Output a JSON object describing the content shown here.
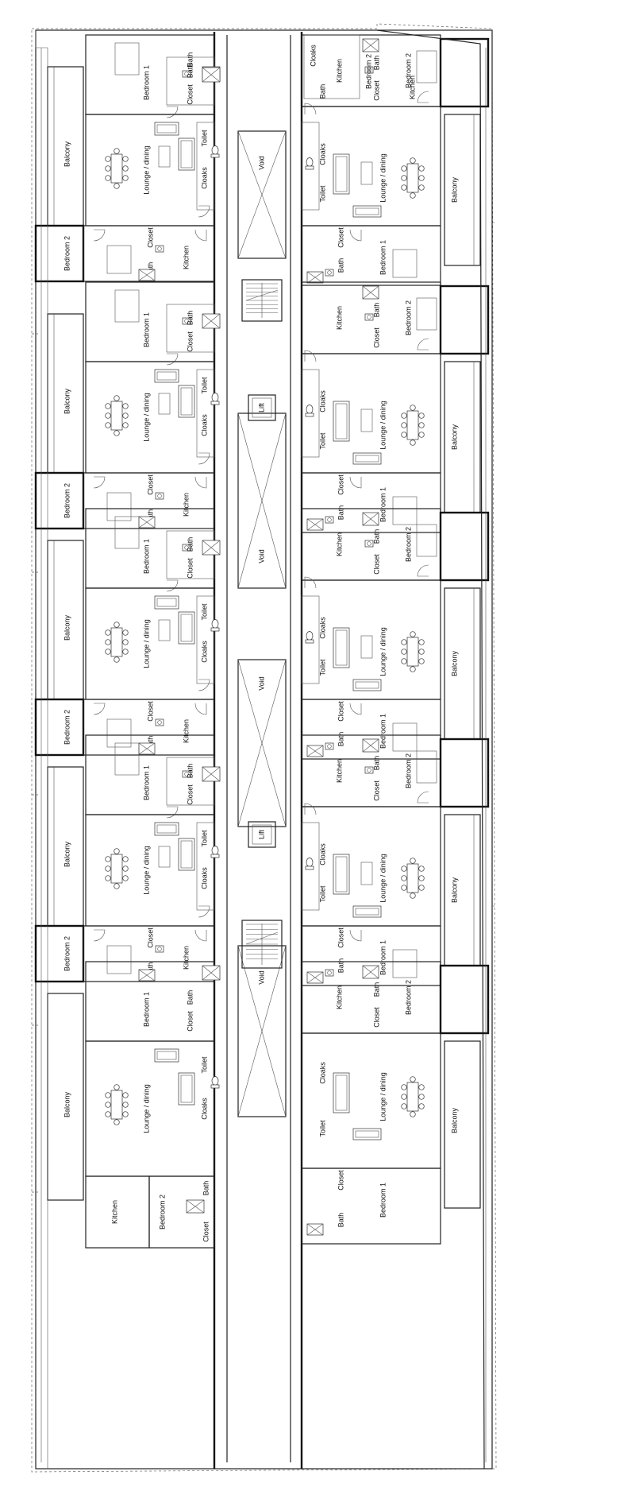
{
  "labels": {
    "bedroom_1": "Bedroom 1",
    "bedroom_2": "Bedroom 2",
    "bath": "Bath",
    "closet": "Closet",
    "kitchen": "Kitchen",
    "lounge": "Lounge / dining",
    "toilet": "Toilet",
    "cloaks": "Cloaks",
    "balcony": "Balcony",
    "void": "Void",
    "lift": "Lift"
  },
  "colors": {
    "line": "#111111",
    "background": "#ffffff"
  },
  "icons": [
    "door-swing-icon",
    "dining-table-icon",
    "sofa-icon",
    "bathtub-icon",
    "toilet-icon",
    "stair-icon",
    "lift-icon"
  ]
}
